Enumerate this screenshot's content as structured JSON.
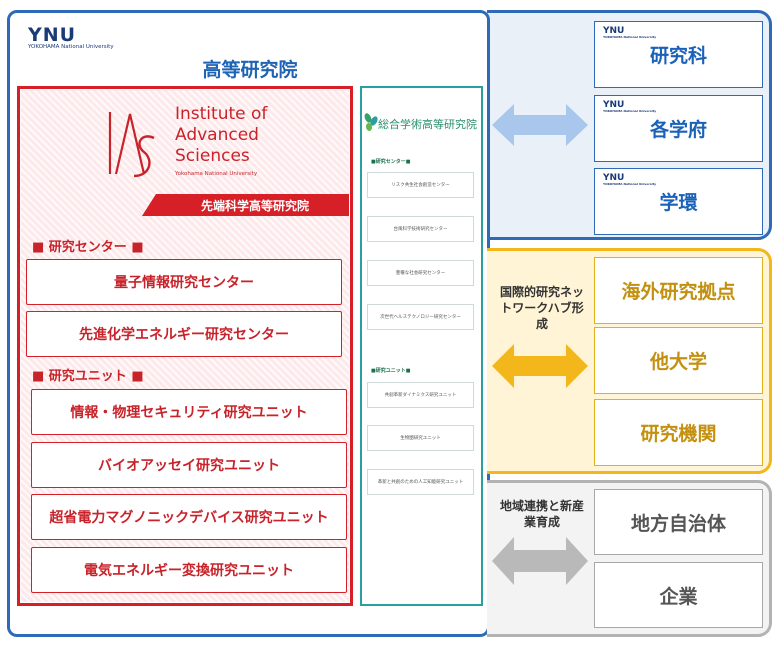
{
  "ynu_logo": {
    "name": "YNU",
    "sub": "YOKOHAMA National University"
  },
  "title": "高等研究院",
  "ias": {
    "logo_line1": "Institute of",
    "logo_line2": "Advanced",
    "logo_line3": "Sciences",
    "logo_sub": "Yokohama National University",
    "banner": "先端科学高等研究院",
    "centers_heading": "■ 研究センター ■",
    "centers": [
      "量子情報研究センター",
      "先進化学エネルギー研究センター"
    ],
    "units_heading": "■ 研究ユニット ■",
    "units": [
      "情報・物理セキュリティ研究ユニット",
      "バイオアッセイ研究ユニット",
      "超省電力マグノニックデバイス研究ユニット",
      "電気エネルギー変換研究ユニット"
    ]
  },
  "iasr": {
    "title": "総合学術高等研究院",
    "centers_heading": "■研究センター■",
    "centers": [
      "リスク共生社会創造センター",
      "台風科学技術研究センター",
      "豊穣な社会研究センター",
      "次世代ヘルステクノロジー研究センター"
    ],
    "units_heading": "■研究ユニット■",
    "units": [
      "共創革新ダイナミクス研究ユニット",
      "生物圏研究ユニット",
      "革新と共創のための人工知能研究ユニット"
    ]
  },
  "university": {
    "items": [
      "研究科",
      "各学府",
      "学環"
    ]
  },
  "international": {
    "caption": "国際的研究ネットワークハブ形成",
    "items": [
      "海外研究拠点",
      "他大学",
      "研究機関"
    ]
  },
  "regional": {
    "caption": "地域連携と新産業育成",
    "items": [
      "地方自治体",
      "企業"
    ]
  },
  "colors": {
    "ynu_blue": "#2e6ab8",
    "ias_red": "#d61f26",
    "iasr_teal": "#2a9fa0",
    "intl_yellow": "#f3b71b",
    "regional_gray": "#b3b3b3"
  }
}
